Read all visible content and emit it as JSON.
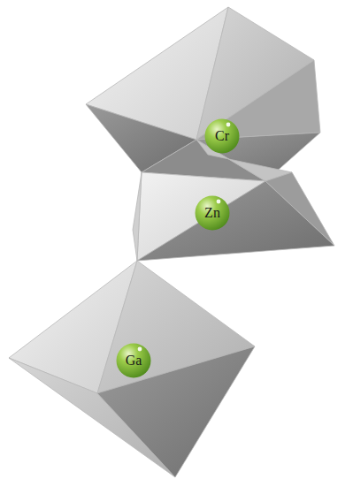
{
  "diagram": {
    "nodes": [
      {
        "text": [
          "Cr"
        ]
      },
      {
        "text": [
          "Zn"
        ]
      },
      {
        "text": [
          "Ga"
        ]
      }
    ]
  }
}
